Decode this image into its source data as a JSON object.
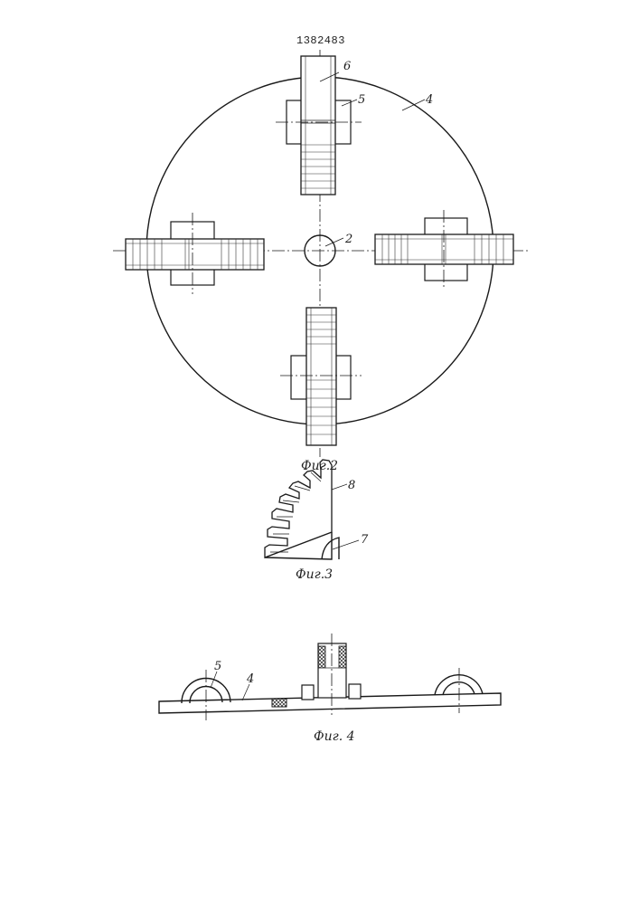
{
  "document": {
    "page_number": "1382483"
  },
  "figures": {
    "fig2": {
      "caption": "Фиг.2",
      "labels": {
        "gear": "6",
        "hub": "5",
        "disc": "4",
        "center_hole": "2"
      }
    },
    "fig3": {
      "caption": "Фиг.3",
      "labels": {
        "teeth": "8",
        "segment": "7"
      }
    },
    "fig4": {
      "caption": "Фиг. 4",
      "labels": {
        "hub": "5",
        "disc": "4"
      }
    }
  }
}
